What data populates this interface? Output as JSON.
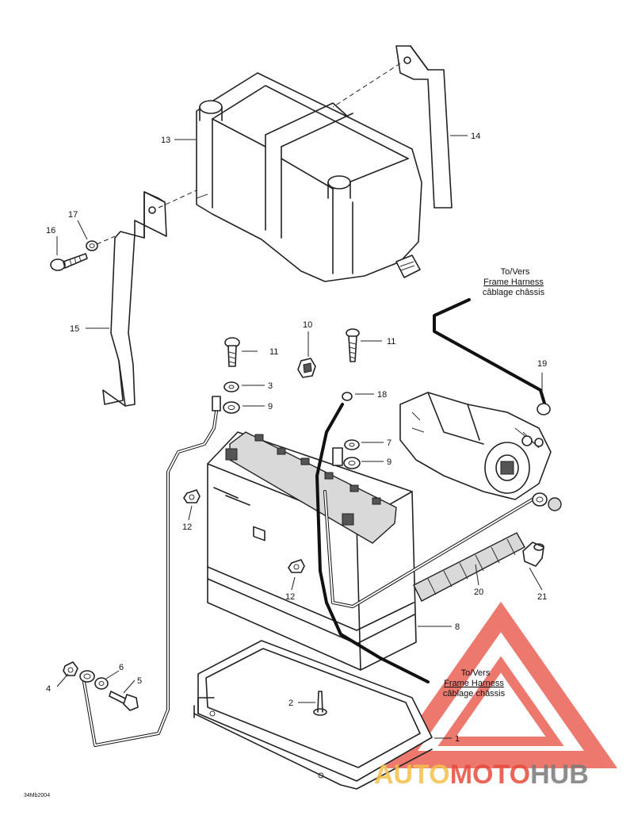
{
  "callouts": {
    "c1": "1",
    "c2": "2",
    "c3": "3",
    "c4": "4",
    "c5": "5",
    "c6": "6",
    "c7": "7",
    "c8": "8",
    "c9a": "9",
    "c9b": "9",
    "c10": "10",
    "c11a": "11",
    "c11b": "11",
    "c12a": "12",
    "c12b": "12",
    "c13": "13",
    "c14": "14",
    "c15": "15",
    "c16": "16",
    "c17": "17",
    "c18": "18",
    "c19": "19",
    "c20": "20",
    "c21": "21"
  },
  "harness_top": {
    "line1": "To/Vers",
    "line2": "Frame Harness",
    "line3": "câblage châssis"
  },
  "harness_bottom": {
    "line1": "To/Vers",
    "line2": "Frame Harness",
    "line3": "câblage châssis"
  },
  "figure_code": "34Mb2004",
  "watermark": {
    "part1": "AUTO",
    "part2": "MOTO",
    "part3": "HUB",
    "color1": "#f5c04a",
    "color2": "#e84c3d",
    "color3": "#7a7a7a"
  },
  "colors": {
    "line": "#222222",
    "triangle": "#e84c3d"
  }
}
